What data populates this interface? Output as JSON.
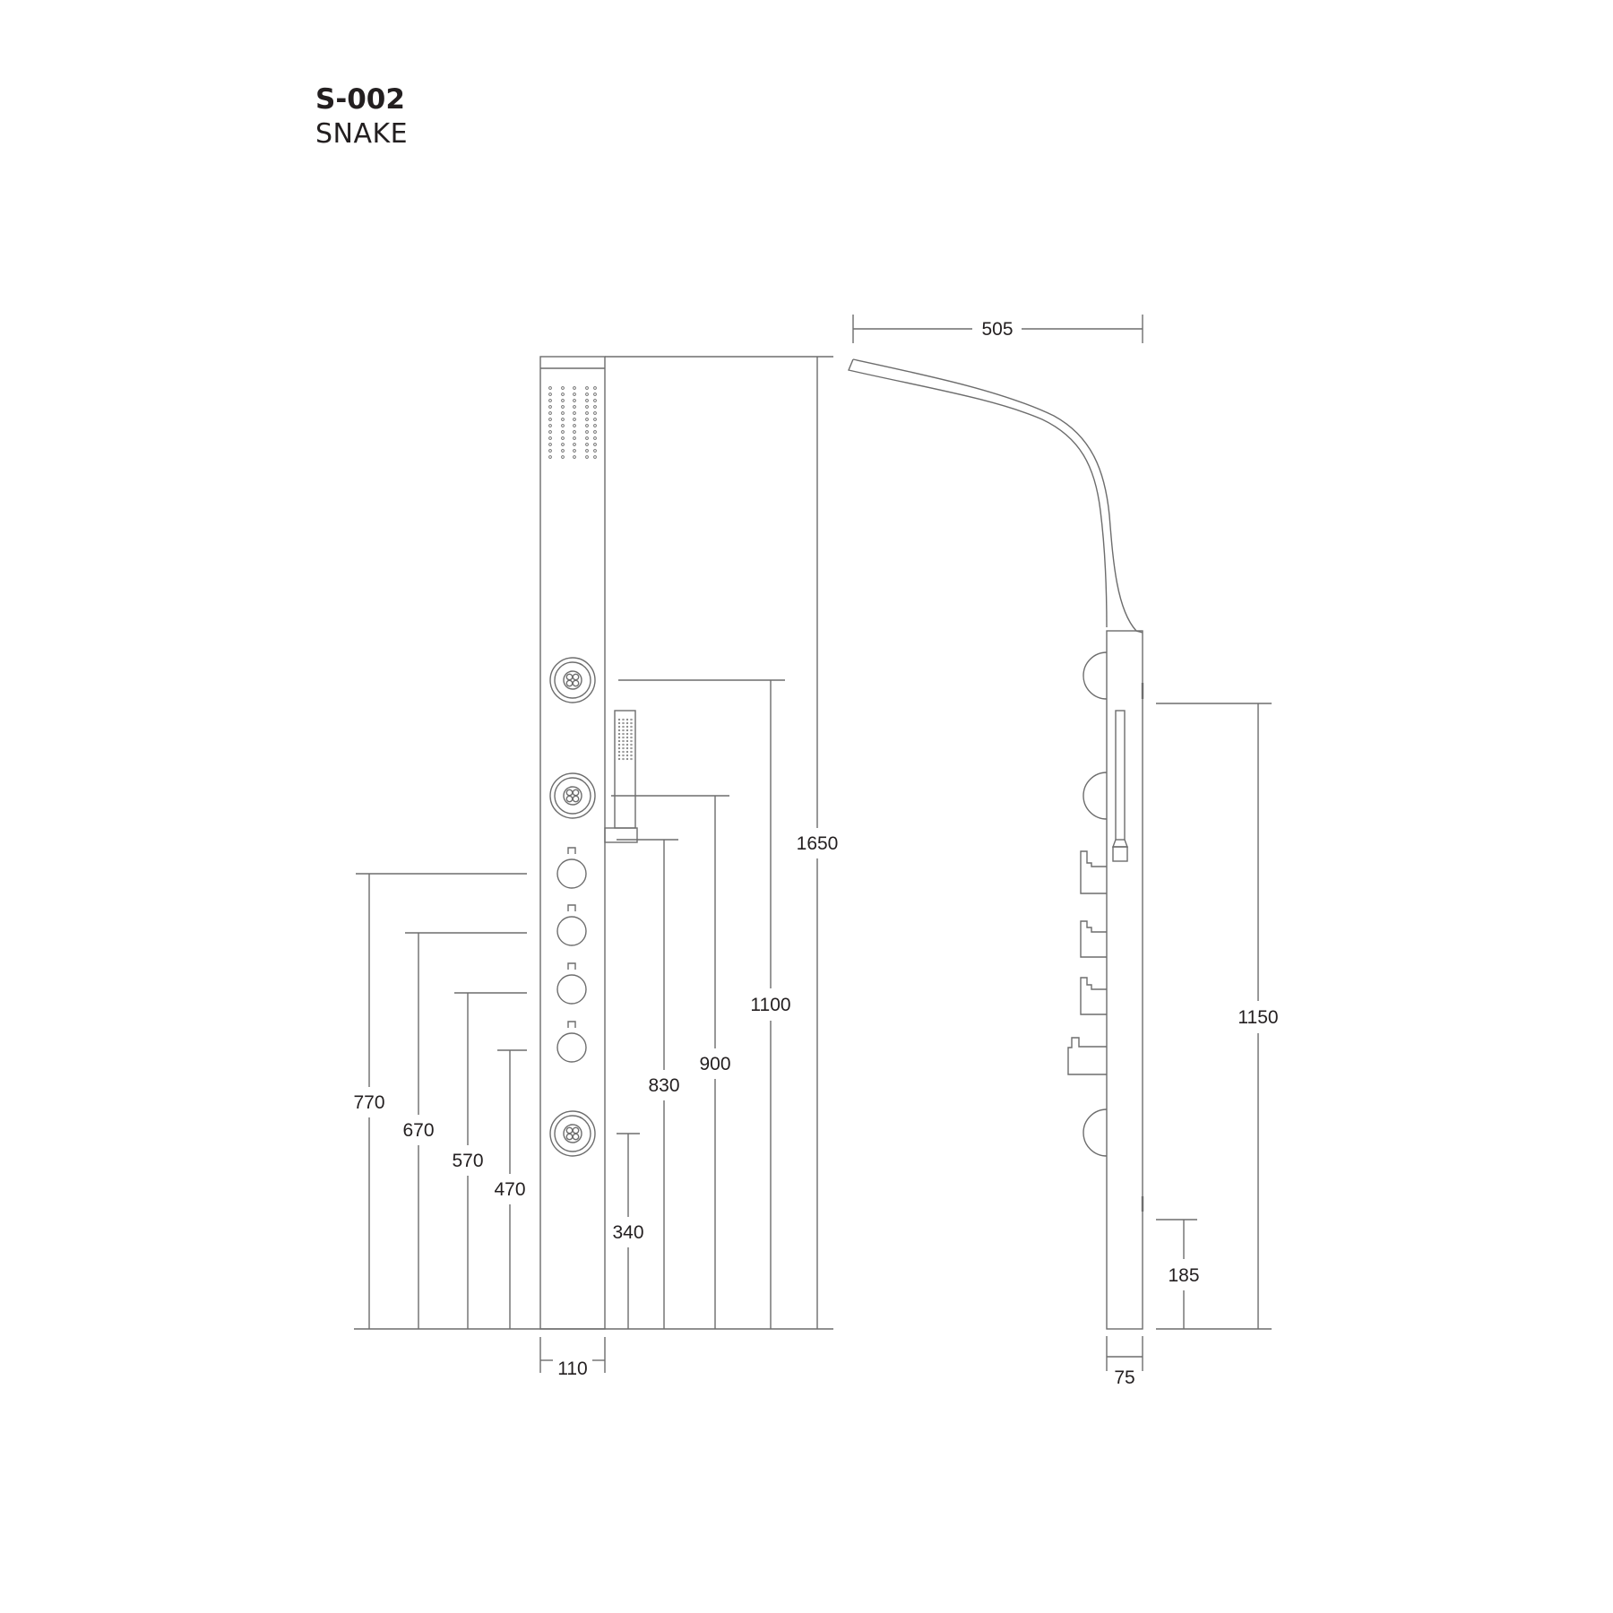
{
  "header": {
    "model_code": "S-002",
    "model_name": "SNAKE"
  },
  "colors": {
    "line": "#6d6d6d",
    "text": "#231f20",
    "background": "#ffffff"
  },
  "front_view": {
    "dimensions": {
      "total_height": "1650",
      "overhead_to_upper_jet": "1100",
      "middle_jet": "900",
      "handshower_holder": "830",
      "lower_jet": "340",
      "width": "110",
      "knob_1": "770",
      "knob_2": "670",
      "knob_3": "570",
      "knob_4": "470"
    },
    "components": {
      "body_jets": 3,
      "control_knobs": 4,
      "hand_shower": 1,
      "rain_head_nozzle_grid": "12 rows x 5 columns"
    }
  },
  "side_view": {
    "dimensions": {
      "projection": "505",
      "wall_panel_height": "1150",
      "bottom_outlet": "185",
      "depth": "75"
    }
  }
}
